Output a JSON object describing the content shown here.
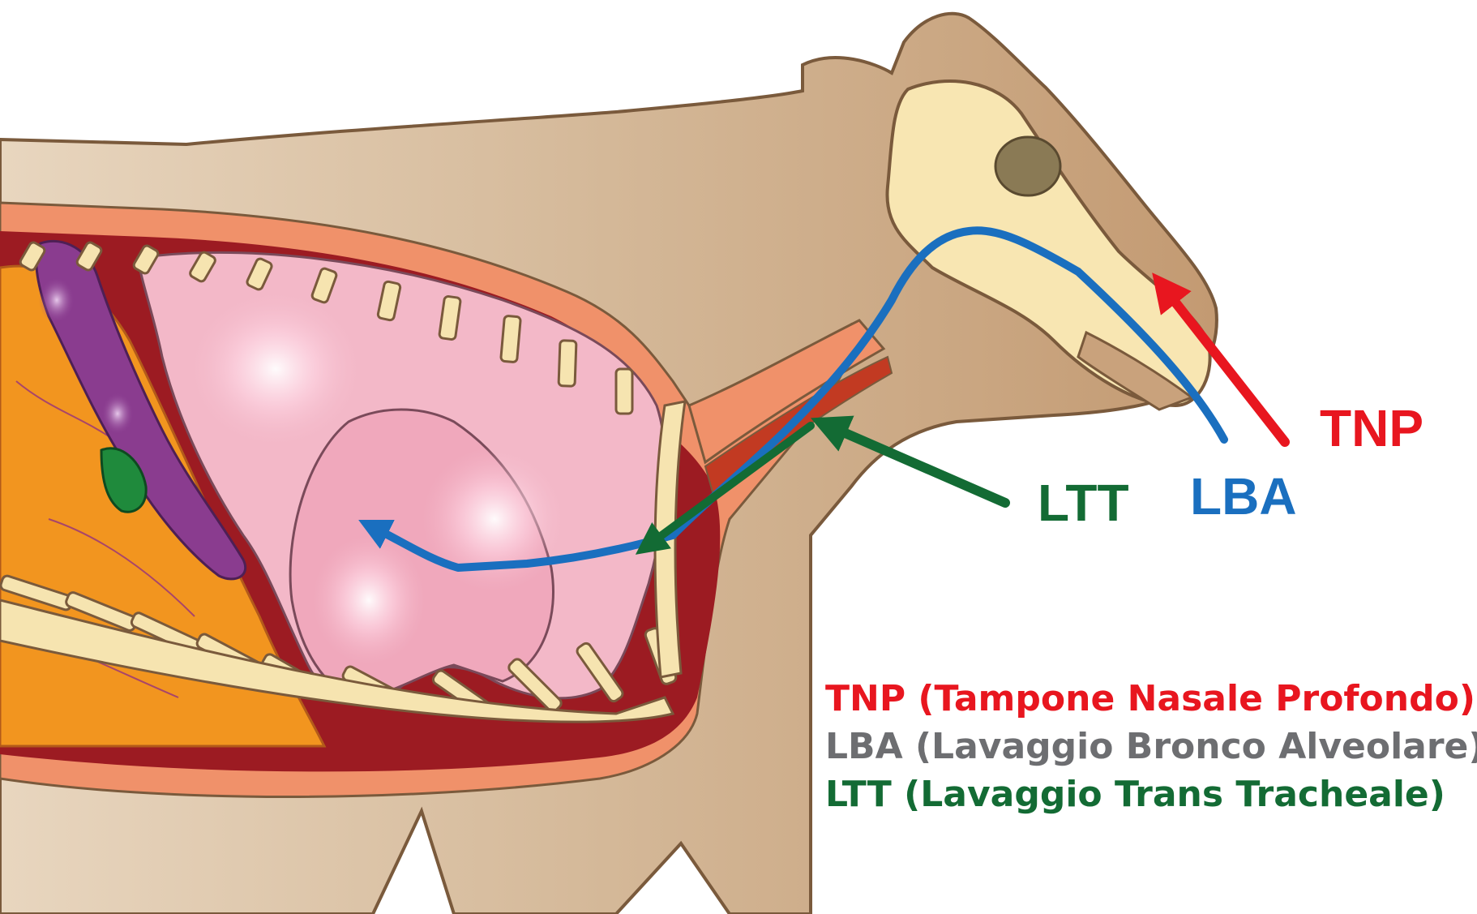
{
  "labels": {
    "tnp": "TNP",
    "lba": "LBA",
    "ltt": "LTT"
  },
  "legend": {
    "tnp": "TNP (Tampone Nasale Profondo)",
    "lba": "LBA (Lavaggio Bronco Alveolare)",
    "ltt": "LTT (Lavaggio Trans Tracheale)"
  },
  "colors": {
    "tnp": "#e8161f",
    "lba": "#1a6fbf",
    "ltt": "#136b34",
    "legend_lba": "#6d6e71",
    "hide": "#c9a27c",
    "lung": "#f3b8c8",
    "rib": "#f6e4b0",
    "liver": "#f2951f",
    "spleen": "#8a3c8f"
  },
  "icons": {
    "animal": "calf-cutaway-illustration",
    "route_arrows": "sampling-route-arrow-icon"
  }
}
